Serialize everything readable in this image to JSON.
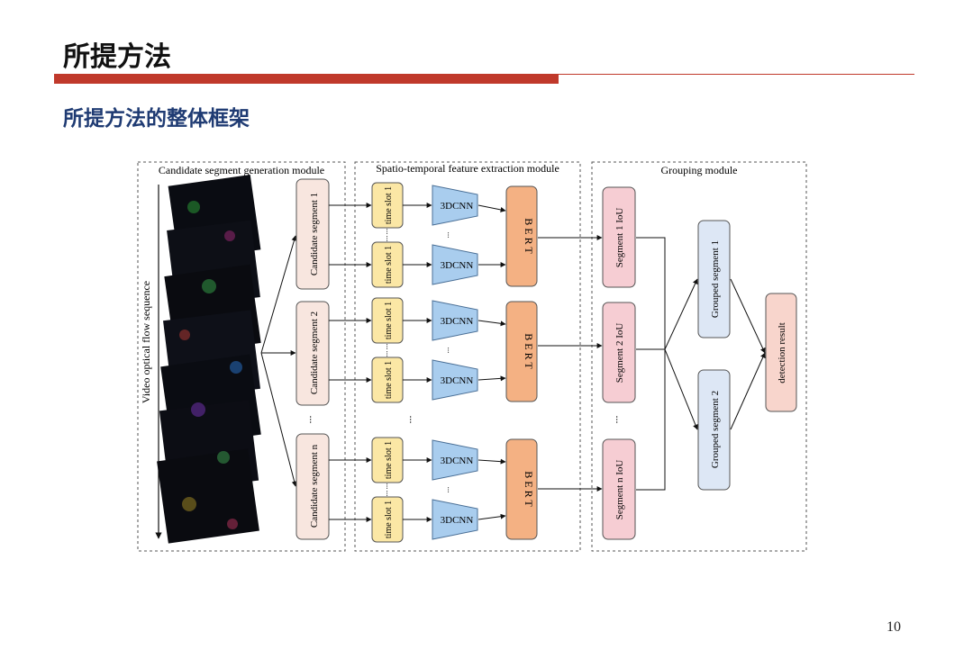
{
  "slide": {
    "title": "所提方法",
    "subtitle": "所提方法的整体框架",
    "page_number": "10"
  },
  "diagram": {
    "modules": [
      "Candidate segment generation module",
      "Spatio-temporal feature extraction module",
      "Grouping module"
    ],
    "sequence_label": "Video optical flow sequence",
    "candidates": [
      "Candidate  segment 1",
      "Candidate  segment 2",
      "Candidate  segment n"
    ],
    "time_slot": "time slot 1",
    "cnn": "3DCNN",
    "bert": "B E R T",
    "segments": [
      "Segment 1 IoU",
      "Segment 2 IoU",
      "Segment n IoU"
    ],
    "grouped": [
      "Grouped segment 1",
      "Grouped segment 2"
    ],
    "result": "detection result",
    "ellipsis": "..."
  },
  "colors": {
    "red_bar": "#c0392b",
    "subtitle": "#1f3b73",
    "candidate_fill": "#f8e6df",
    "slot_fill": "#fbe7a5",
    "cnn_fill": "#a9cdee",
    "bert_fill": "#f4b183",
    "segment_fill": "#f6cdd3",
    "grouped_fill": "#dde7f5",
    "result_fill": "#f8d5cc"
  }
}
